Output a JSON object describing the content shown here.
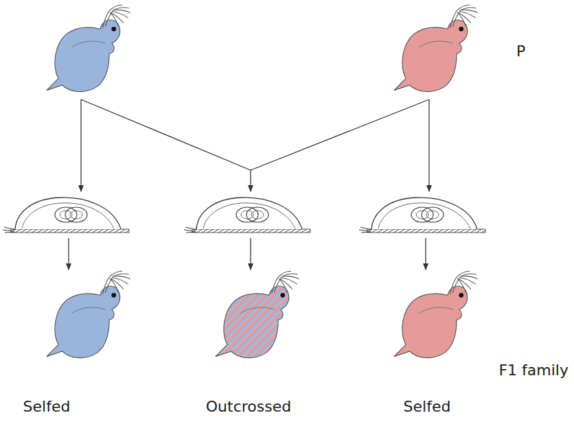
{
  "diagram": {
    "labels": [
      "P",
      "F1 family",
      "Selfed",
      "Outcrossed",
      "Selfed"
    ]
  }
}
